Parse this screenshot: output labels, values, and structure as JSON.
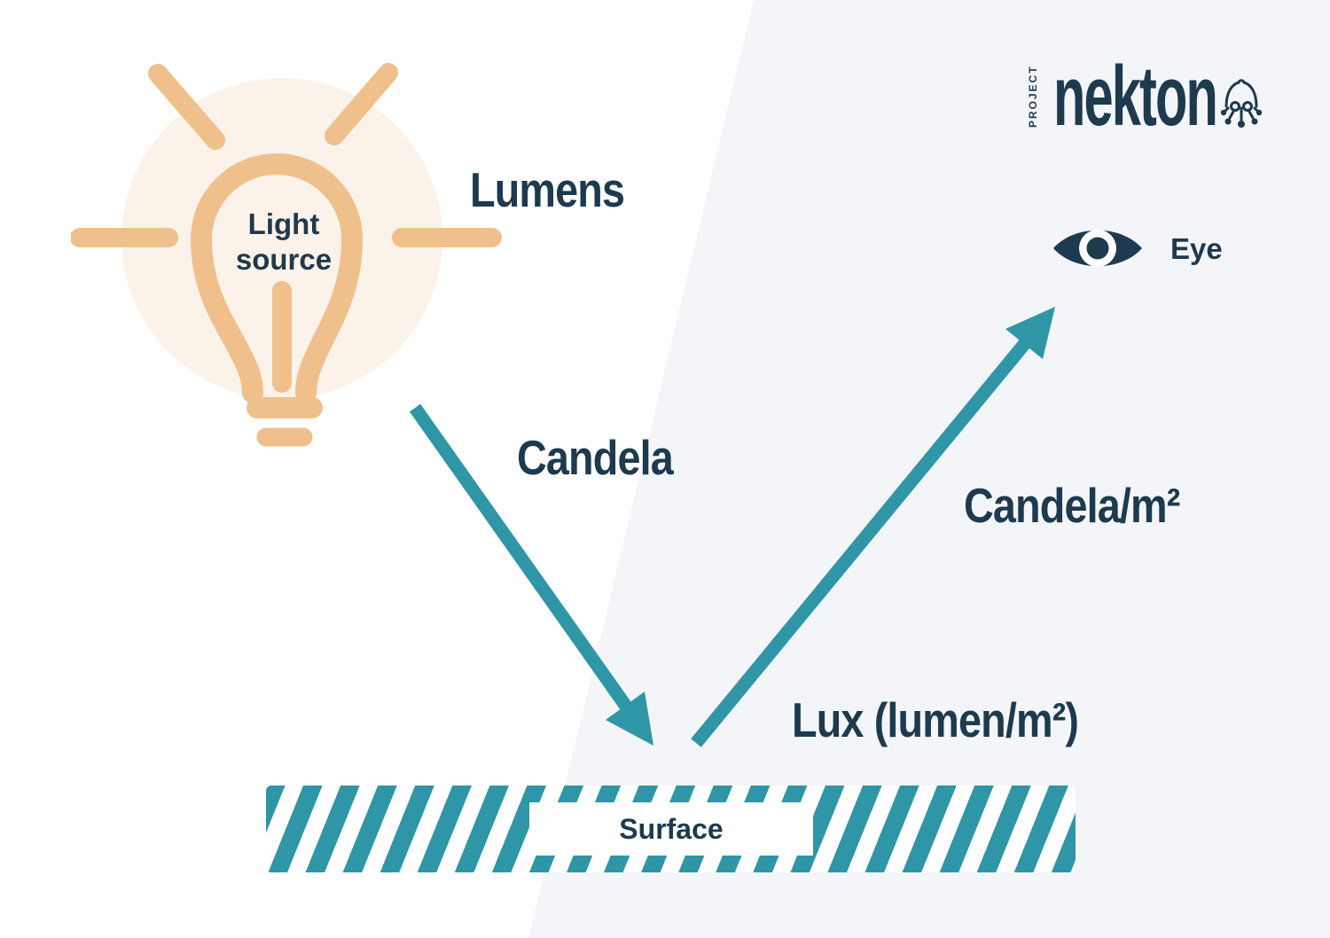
{
  "colors": {
    "navy": "#1d3a4e",
    "teal": "#2f96a7",
    "orange": "#f0c08c",
    "pale_orange": "#fbf2ea",
    "background_left": "#ffffff",
    "background_right": "#f3f5f8"
  },
  "logo": {
    "project_label": "PROJECT",
    "brand_name": "nekton",
    "icon": "octopus-icon"
  },
  "bulb": {
    "icon": "light-bulb-icon",
    "label_line1": "Light",
    "label_line2": "source"
  },
  "eye": {
    "icon": "eye-icon",
    "label": "Eye"
  },
  "surface": {
    "label": "Surface"
  },
  "measures": {
    "lumens": "Lumens",
    "candela": "Candela",
    "candela_per_m2": "Candela/m²",
    "lux": "Lux (lumen/m²)"
  }
}
